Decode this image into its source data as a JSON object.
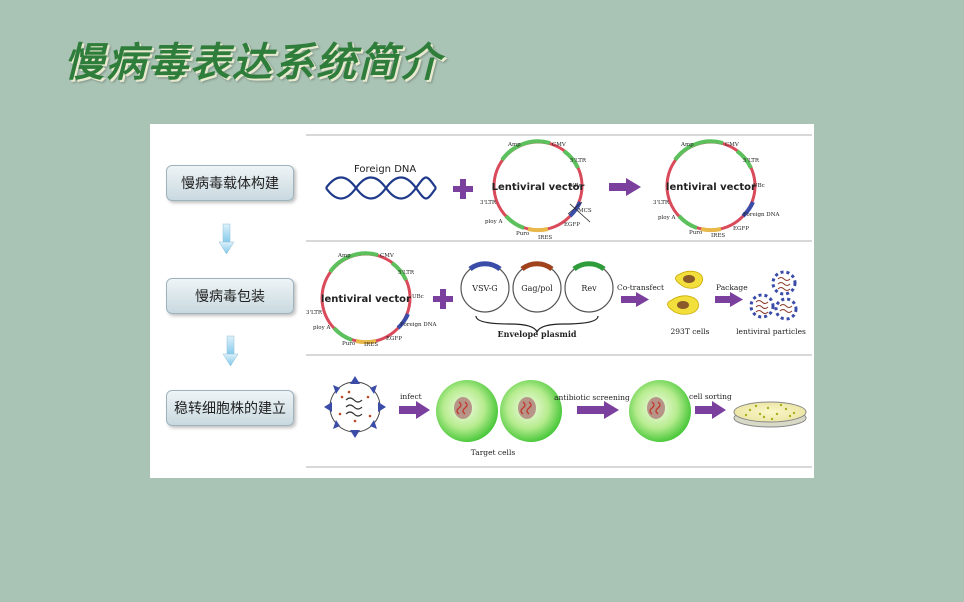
{
  "title": "慢病毒表达系统简介",
  "steps": [
    {
      "label": "慢病毒载体构建"
    },
    {
      "label": "慢病毒包装"
    },
    {
      "label": "稳转细胞株的建立"
    }
  ],
  "row1": {
    "foreign_dna": "Foreign DNA",
    "vector1": {
      "name": "Lentiviral vector",
      "labels": {
        "amp": "Amp",
        "cmv": "CMV",
        "ltr5": "5'LTR",
        "ubc": "UBc",
        "ltr3": "3'LTR",
        "polya": "ploy A",
        "puro": "Puro",
        "ires": "IRES",
        "egfp": "EGFP",
        "mcs": "MCS"
      }
    },
    "vector2": {
      "name": "lentiviral vector",
      "labels": {
        "amp": "Amp",
        "cmv": "CMV",
        "ltr5": "5'LTR",
        "ubc": "UBc",
        "ltr3": "3'LTR",
        "polya": "ploy A",
        "puro": "Puro",
        "ires": "IRES",
        "egfp": "EGFP",
        "foreign": "Foreign DNA"
      }
    }
  },
  "row2": {
    "vector": {
      "name": "lentiviral vector",
      "labels": {
        "amp": "Amp",
        "cmv": "CMV",
        "ltr5": "5'LTR",
        "ubc": "UBc",
        "ltr3": "3'LTR",
        "polya": "ploy A",
        "puro": "Puro",
        "ires": "IRES",
        "egfp": "EGFP",
        "foreign": "Foreign DNA"
      }
    },
    "plasmids": [
      "VSV-G",
      "Gag/pol",
      "Rev"
    ],
    "envelope_label": "Envelope plasmid",
    "cotransfect": "Co-transfect",
    "cells_label": "293T cells",
    "package": "Package",
    "particles_label": "lentiviral particles"
  },
  "row3": {
    "infect": "infect",
    "target_cells": "Target cells",
    "antibiotic": "antibiotic screening",
    "sorting": "cell sorting"
  },
  "colors": {
    "background": "#a9c3b4",
    "title": "#2f7d3a",
    "arrow": "#7b3f9e",
    "dna": "#1f3a8a",
    "cell_green": "#3fcf2a",
    "vector_red": "#d94a5a",
    "vector_green": "#5cc05c"
  }
}
